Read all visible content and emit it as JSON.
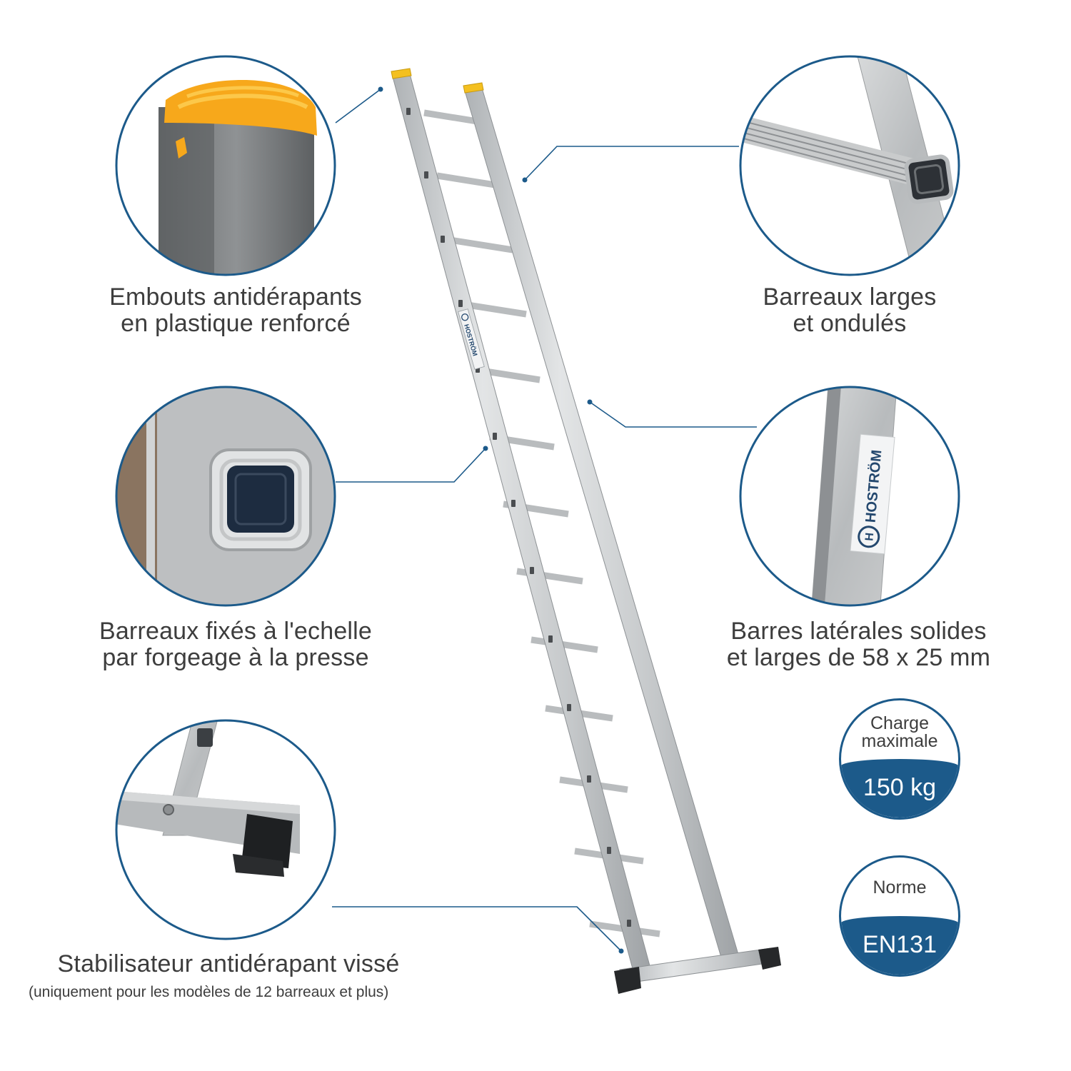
{
  "features": {
    "end_caps": {
      "line1": "Embouts antidérapants",
      "line2": "en plastique renforcé"
    },
    "rungs_wide": {
      "line1": "Barreaux larges",
      "line2": "et ondulés"
    },
    "rungs_fixed": {
      "line1": "Barreaux fixés à l'echelle",
      "line2": "par forgeage à la presse"
    },
    "side_bars": {
      "line1": "Barres latérales solides",
      "line2": "et larges de 58 x 25 mm"
    },
    "stabilizer": {
      "title": "Stabilisateur antidérapant vissé",
      "note": "(uniquement pour les modèles de 12 barreaux et plus)"
    }
  },
  "badges": {
    "load": {
      "label_line1": "Charge",
      "label_line2": "maximale",
      "value": "150 kg"
    },
    "norm": {
      "label": "Norme",
      "value": "EN131"
    }
  },
  "brand": {
    "logo_text": "HOSTRÖM"
  },
  "colors": {
    "accent_blue": "#1c5a8a",
    "cap_yellow": "#f4c020",
    "aluminium": "#c9ccce"
  }
}
